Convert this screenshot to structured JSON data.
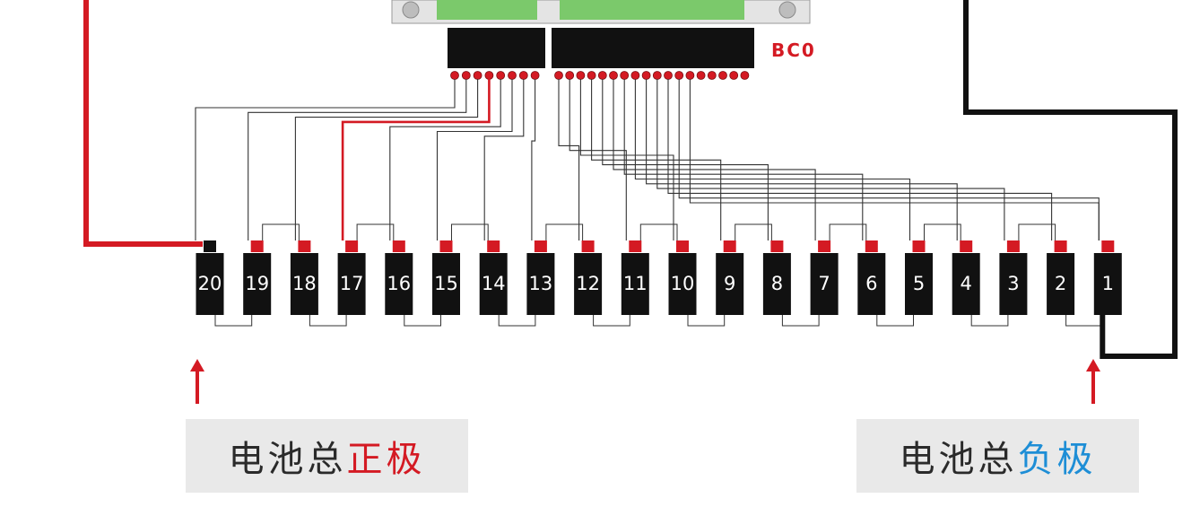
{
  "board": {
    "connector_label": "BC0"
  },
  "cells": [
    "20",
    "19",
    "18",
    "17",
    "16",
    "15",
    "14",
    "13",
    "12",
    "11",
    "10",
    "9",
    "8",
    "7",
    "6",
    "5",
    "4",
    "3",
    "2",
    "1"
  ],
  "labels": {
    "positive": {
      "prefix": "电池总",
      "suffix": "正极"
    },
    "negative": {
      "prefix": "电池总",
      "suffix": "负极"
    }
  },
  "colors": {
    "positive_wire": "#d41a23",
    "negative_wire": "#111111",
    "positive_text": "#d41a23",
    "negative_text": "#1e8ed6",
    "board": "#7bc96b",
    "connector": "#111111"
  }
}
